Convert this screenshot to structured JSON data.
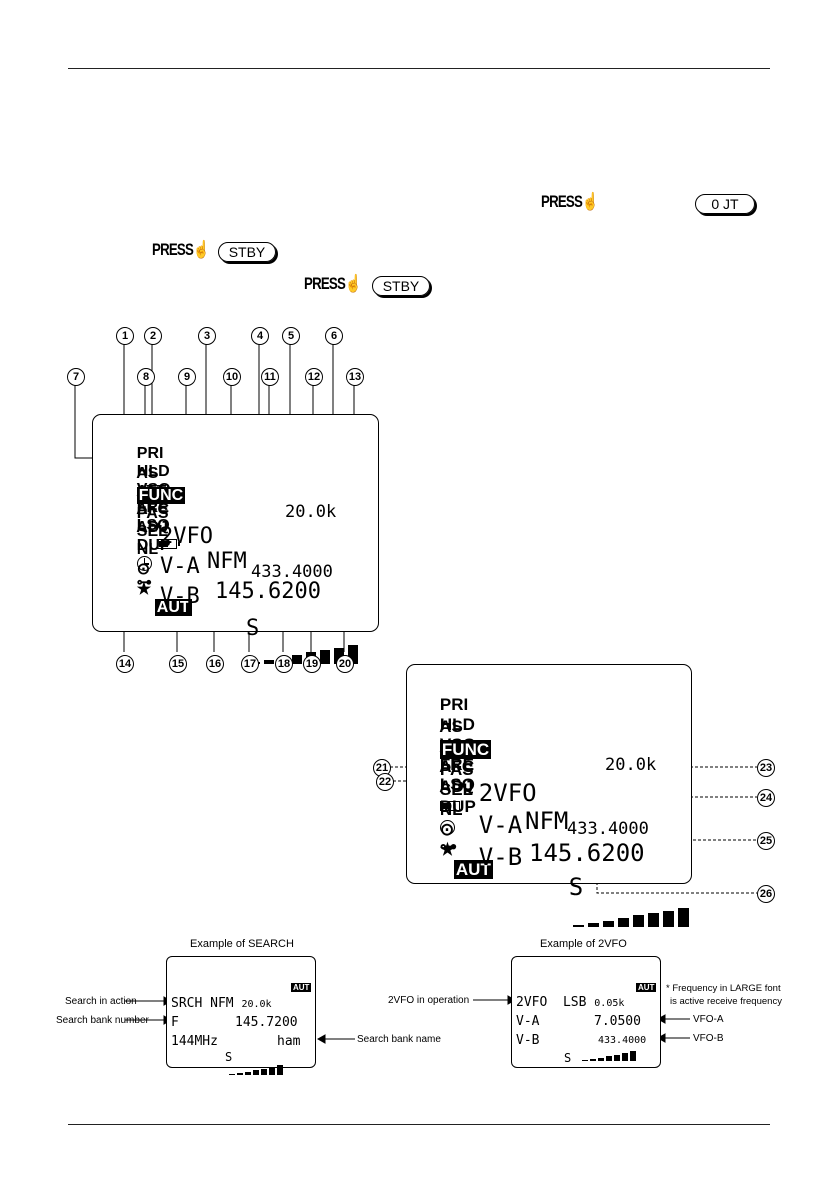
{
  "buttons": {
    "press_label": "PRESS",
    "key_0jt": "0 JT",
    "key_stby": "STBY"
  },
  "lcd": {
    "row1": [
      "PRI",
      "HLD",
      "VSQ",
      "FRE",
      "LSQ"
    ],
    "row2": [
      "AS",
      "ATT",
      "AFC",
      "ADJ",
      "DUP"
    ],
    "row3_func": "FUNC",
    "row3": [
      "PAS",
      "SEL",
      "NL"
    ],
    "aut": "AUT",
    "mode_line": {
      "left": "2VFO",
      "mode": "NFM",
      "step": "20.0k"
    },
    "vfo_a": {
      "label": "V-A",
      "freq": "145.6200"
    },
    "vfo_b": {
      "label": "V-B",
      "freq": "433.4000"
    },
    "smeter": "S"
  },
  "callouts_top": [
    "1",
    "2",
    "3",
    "4",
    "5",
    "6",
    "7",
    "8",
    "9",
    "10",
    "11",
    "12",
    "13"
  ],
  "callouts_bottom": [
    "14",
    "15",
    "16",
    "17",
    "18",
    "19",
    "20"
  ],
  "callouts_right": [
    "21",
    "22",
    "23",
    "24",
    "25",
    "26"
  ],
  "example_search": {
    "title": "Example of SEARCH",
    "aut": "AUT",
    "line1": {
      "left": "SRCH",
      "mode": "NFM",
      "step": "20.0k"
    },
    "line2": {
      "left": "F",
      "freq": "145.7200"
    },
    "line3": {
      "left": "144MHz",
      "name": "ham"
    },
    "smeter": "S",
    "labels": {
      "in_action": "Search in action",
      "bank_number": "Search bank number",
      "bank_name": "Search bank name"
    }
  },
  "example_2vfo": {
    "title": "Example of 2VFO",
    "aut": "AUT",
    "line1": {
      "left": "2VFO",
      "mode": "LSB",
      "step": "0.05k"
    },
    "line2": {
      "left": "V-A",
      "freq": "7.0500"
    },
    "line3": {
      "left": "V-B",
      "freq": "433.4000"
    },
    "smeter": "S",
    "labels": {
      "in_operation": "2VFO in operation",
      "vfo_a": "VFO-A",
      "vfo_b": "VFO-B",
      "note_line1": "* Frequency in LARGE font",
      "note_line2": "is active receive frequency"
    }
  }
}
